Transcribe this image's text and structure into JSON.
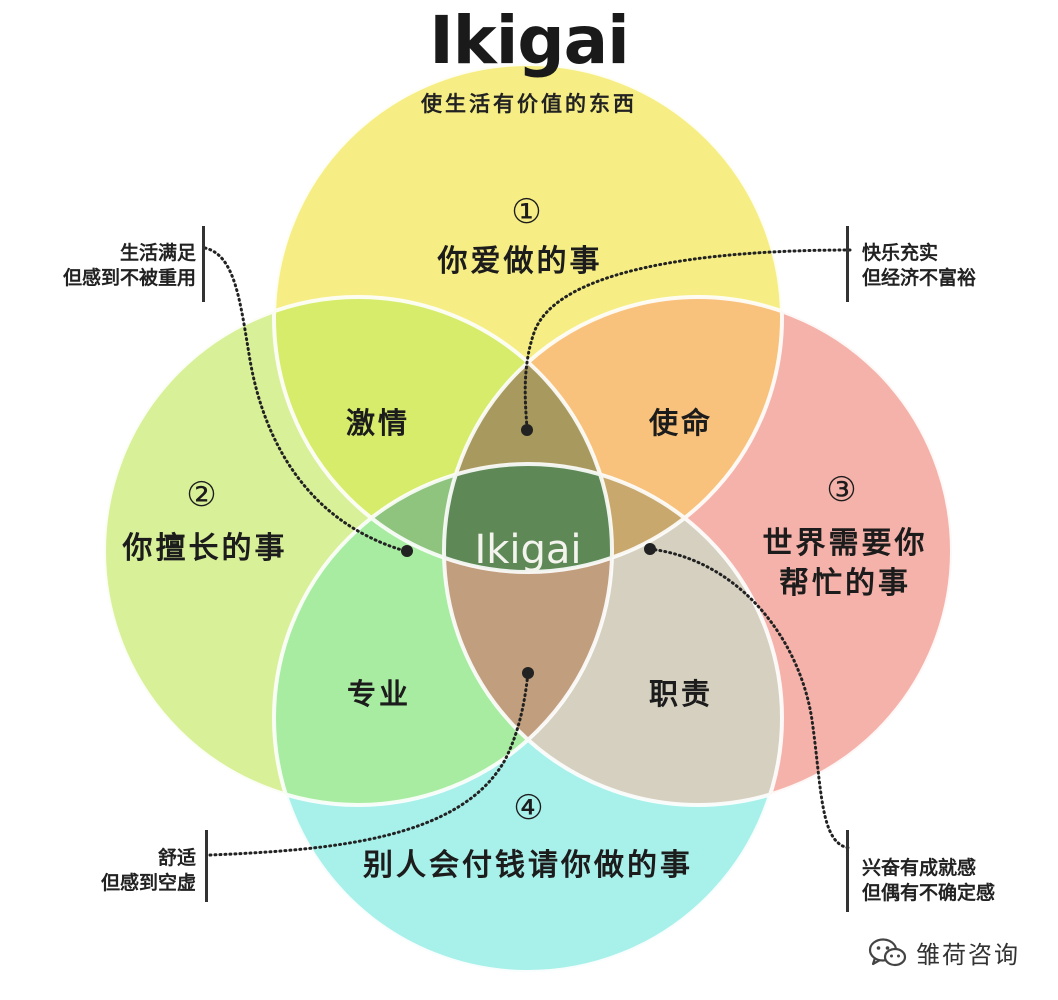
{
  "title": "Ikigai",
  "subtitle": "使生活有价值的东西",
  "circles": {
    "love": {
      "number": "①",
      "label": "你爱做的事",
      "color": "#f6ee84"
    },
    "good_at": {
      "number": "②",
      "label": "你擅长的事",
      "color": "#d8f098"
    },
    "world_needs": {
      "number": "③",
      "label_line1": "世界需要你",
      "label_line2": "帮忙的事",
      "color": "#f4b2aa"
    },
    "paid_for": {
      "number": "④",
      "label": "别人会付钱请你做的事",
      "color": "#a8f0ea"
    }
  },
  "overlaps": {
    "passion": "激情",
    "mission": "使命",
    "profession": "专业",
    "vocation": "职责",
    "center": "Ikigai"
  },
  "notes": {
    "top_left": [
      "生活满足",
      "但感到不被重用"
    ],
    "top_right": [
      "快乐充实",
      "但经济不富裕"
    ],
    "bottom_left": [
      "舒适",
      "但感到空虚"
    ],
    "bottom_right": [
      "兴奋有成就感",
      "但偶有不确定感"
    ]
  },
  "brand": "雏荷咨询",
  "icons": [
    "wechat-icon"
  ]
}
